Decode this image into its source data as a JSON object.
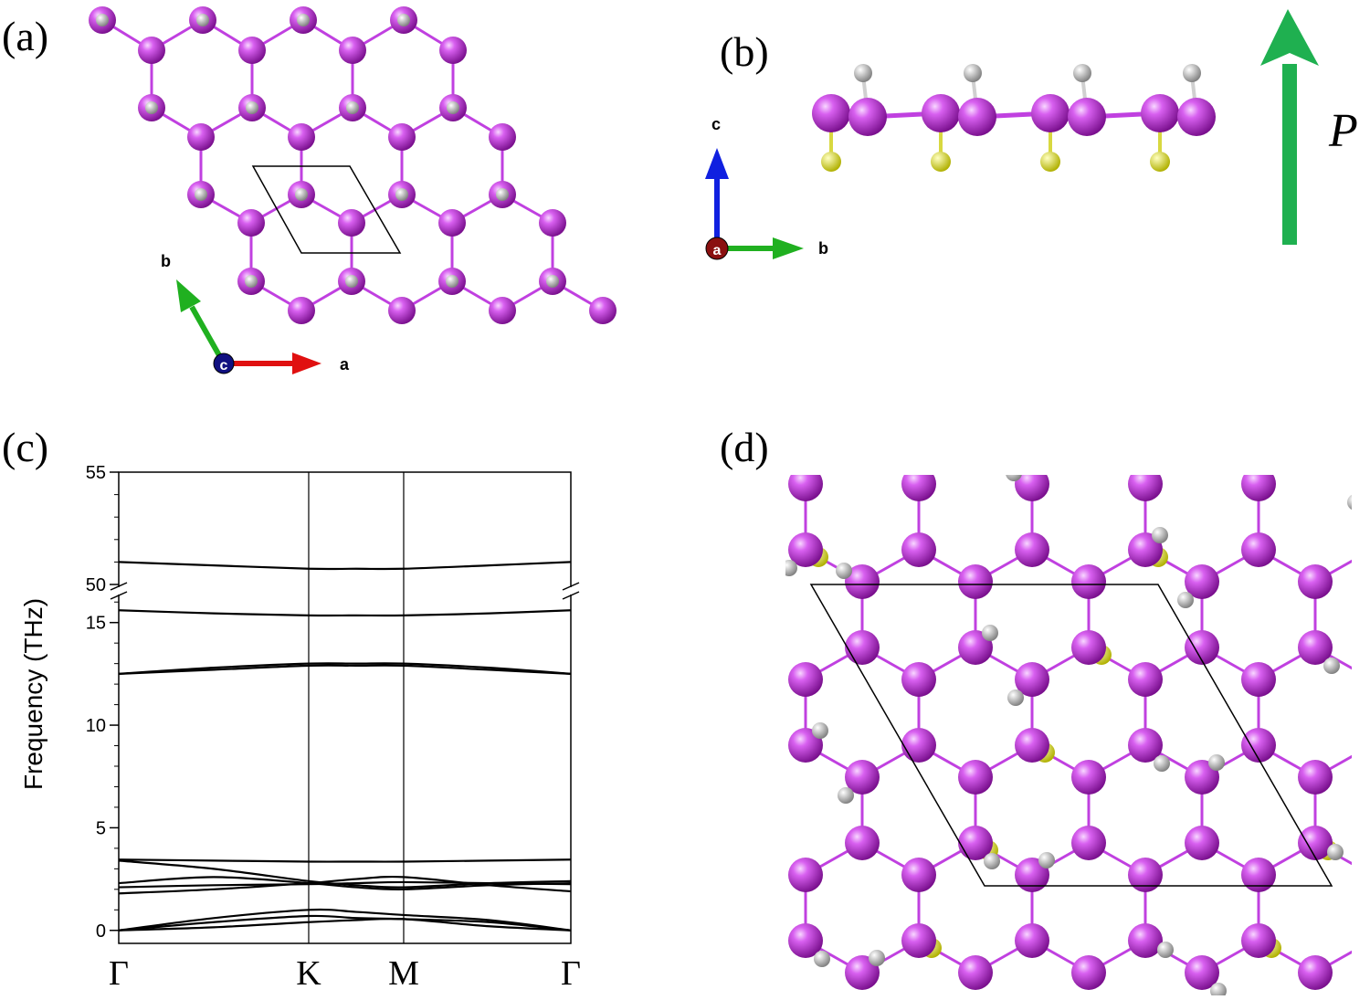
{
  "panels": {
    "a": {
      "label": "(a)",
      "axis_a": "a",
      "axis_b": "b",
      "axis_c": "c"
    },
    "b": {
      "label": "(b)",
      "axis_c": "c",
      "axis_a": "a",
      "axis_b": "b",
      "polarization": "P"
    },
    "c": {
      "label": "(c)"
    },
    "d": {
      "label": "(d)"
    }
  },
  "colors": {
    "host_atom": "#b030d0",
    "bond": "#c040e0",
    "hydrogen": "#b8b8b8",
    "dopant": "#e8e820",
    "axis_a": "#e01010",
    "axis_b": "#20b020",
    "axis_c": "#1020e0",
    "polarization_arrow": "#1fb050"
  },
  "chart_data": {
    "type": "line",
    "title": "",
    "xlabel": "",
    "ylabel": "Frequency (THz)",
    "x_ticks": [
      "Γ",
      "K",
      "M",
      "Γ"
    ],
    "x_tick_positions": [
      0,
      1,
      1.5,
      2.38
    ],
    "y_axis_broken": true,
    "y_break_between": [
      16.5,
      50
    ],
    "ylim_lower": [
      -0.5,
      16.5
    ],
    "ylim_upper": [
      50,
      55
    ],
    "y_ticks_lower": [
      "0",
      "5",
      "10",
      "15"
    ],
    "y_ticks_upper": [
      "50",
      "55"
    ],
    "series": [
      {
        "x": [
          0,
          0.5,
          1,
          1.25,
          1.5,
          1.95,
          2.38
        ],
        "y": [
          0,
          0.15,
          0.4,
          0.5,
          0.55,
          0.2,
          0
        ]
      },
      {
        "x": [
          0,
          0.5,
          1,
          1.25,
          1.5,
          1.95,
          2.38
        ],
        "y": [
          0,
          0.4,
          0.7,
          0.6,
          0.55,
          0.4,
          0
        ]
      },
      {
        "x": [
          0,
          0.5,
          1,
          1.25,
          1.5,
          1.95,
          2.38
        ],
        "y": [
          0,
          0.6,
          1.0,
          0.9,
          0.75,
          0.5,
          0
        ]
      },
      {
        "x": [
          0,
          0.5,
          1,
          1.25,
          1.5,
          1.95,
          2.38
        ],
        "y": [
          1.8,
          2.0,
          2.3,
          2.5,
          2.6,
          2.2,
          1.9
        ]
      },
      {
        "x": [
          0,
          0.5,
          1,
          1.25,
          1.5,
          1.95,
          2.38
        ],
        "y": [
          2.1,
          2.2,
          2.25,
          2.3,
          2.35,
          2.3,
          2.25
        ]
      },
      {
        "x": [
          0,
          0.5,
          1,
          1.25,
          1.5,
          1.95,
          2.38
        ],
        "y": [
          2.3,
          2.6,
          2.3,
          2.1,
          2.0,
          2.2,
          2.3
        ]
      },
      {
        "x": [
          0,
          0.5,
          1,
          1.25,
          1.5,
          1.95,
          2.38
        ],
        "y": [
          3.4,
          3.0,
          2.4,
          2.2,
          2.1,
          2.3,
          2.4
        ]
      },
      {
        "x": [
          0,
          0.5,
          1,
          1.25,
          1.5,
          1.95,
          2.38
        ],
        "y": [
          3.45,
          3.4,
          3.35,
          3.35,
          3.35,
          3.4,
          3.45
        ]
      },
      {
        "x": [
          0,
          0.5,
          1,
          1.25,
          1.5,
          1.95,
          2.38
        ],
        "y": [
          12.5,
          12.8,
          13.0,
          13.0,
          13.0,
          12.8,
          12.5
        ]
      },
      {
        "x": [
          0,
          0.5,
          1,
          1.25,
          1.5,
          1.95,
          2.38
        ],
        "y": [
          12.5,
          12.7,
          12.9,
          12.9,
          12.9,
          12.7,
          12.5
        ]
      },
      {
        "x": [
          0,
          0.5,
          1,
          1.25,
          1.5,
          1.95,
          2.38
        ],
        "y": [
          15.6,
          15.45,
          15.35,
          15.35,
          15.35,
          15.45,
          15.6
        ]
      },
      {
        "x": [
          0,
          0.5,
          1,
          1.25,
          1.5,
          1.95,
          2.38
        ],
        "y": [
          51.0,
          50.85,
          50.7,
          50.7,
          50.7,
          50.85,
          51.0
        ]
      }
    ]
  }
}
